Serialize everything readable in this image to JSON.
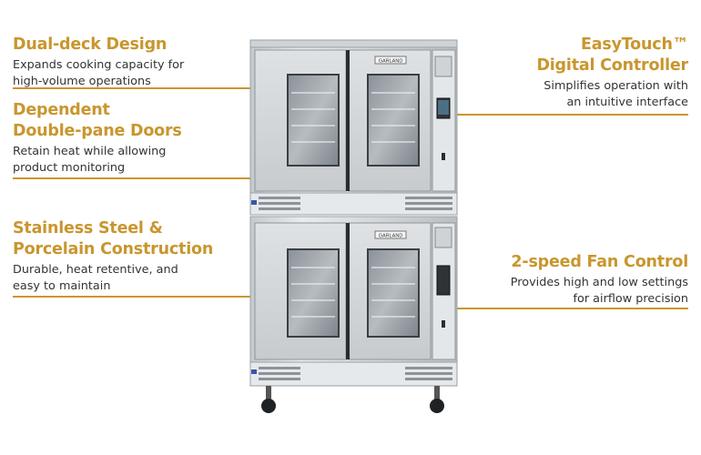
{
  "features": {
    "dual_deck": {
      "title": "Dual-deck Design",
      "desc": [
        "Expands cooking capacity for",
        "high-volume operations"
      ]
    },
    "doors": {
      "title": [
        "Dependent",
        "Double-pane Doors"
      ],
      "desc": [
        "Retain heat while allowing",
        "product monitoring"
      ]
    },
    "steel": {
      "title": [
        "Stainless Steel &",
        "Porcelain Construction"
      ],
      "desc": [
        "Durable, heat retentive, and",
        "easy to maintain"
      ]
    },
    "controller": {
      "title": [
        "EasyTouch™",
        "Digital Controller"
      ],
      "desc": [
        "Simplifies operation with",
        "an intuitive interface"
      ]
    },
    "fan": {
      "title": "2-speed Fan Control",
      "desc": [
        "Provides high and low settings",
        "for airflow precision"
      ]
    }
  },
  "oven": {
    "brand": "GARLAND"
  },
  "colors": {
    "accent": "#c9962e",
    "text": "#333333",
    "steel": "#d9dde0"
  }
}
